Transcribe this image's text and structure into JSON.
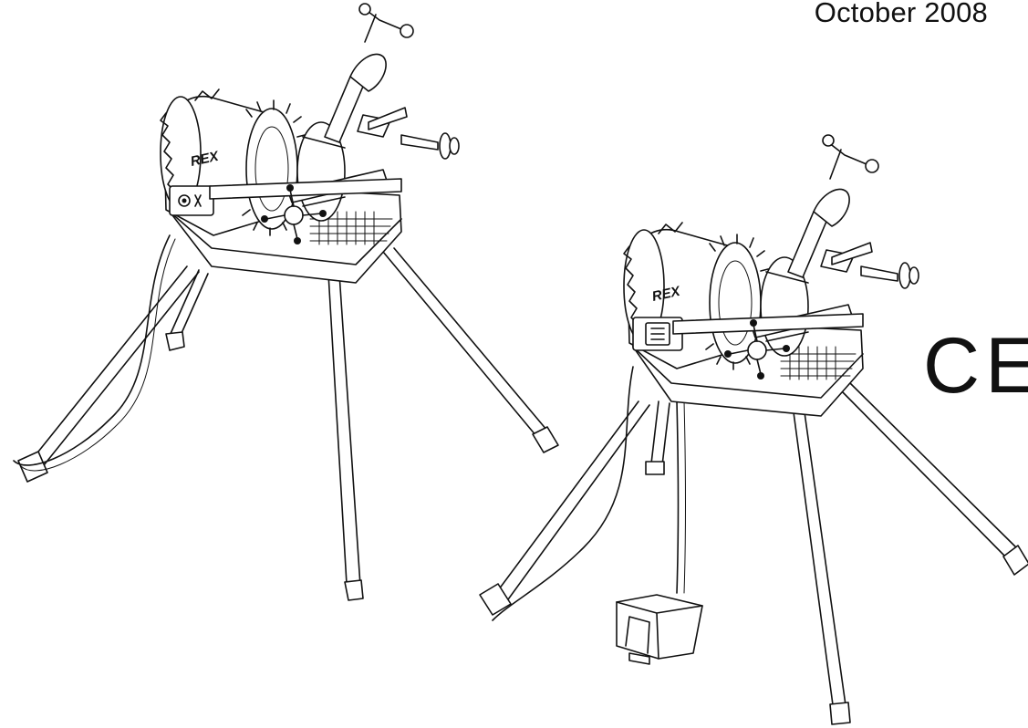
{
  "document": {
    "date": "October 2008"
  },
  "illustrations": {
    "brand_marking": "REX",
    "conformity_mark": "CE"
  }
}
